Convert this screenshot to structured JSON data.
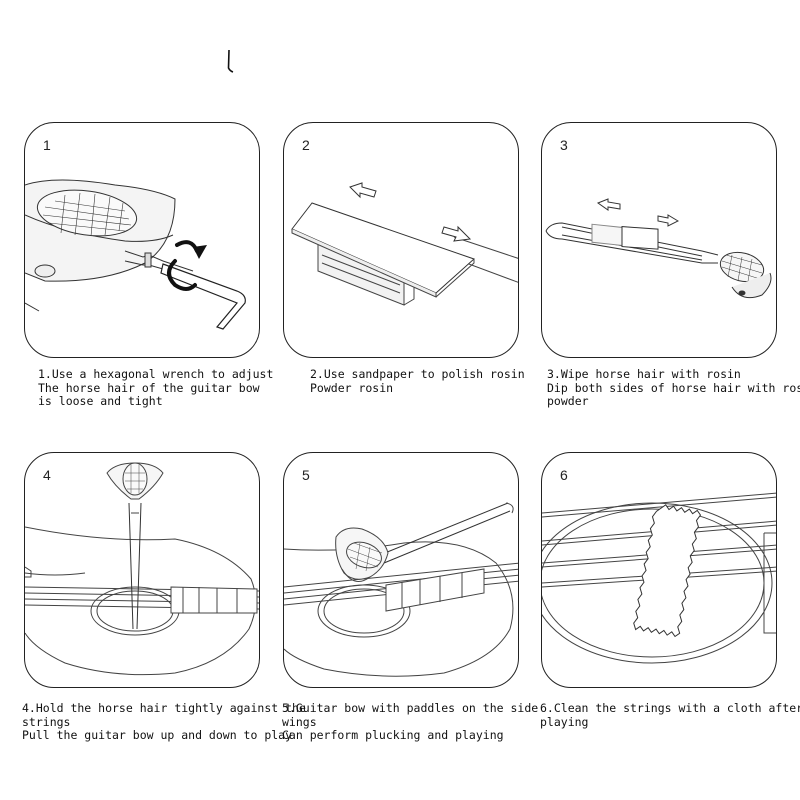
{
  "steps": [
    {
      "number": "1",
      "lines": [
        "1.Use a hexagonal wrench to adjust",
        "The horse hair of the guitar bow",
        "is loose and tight"
      ]
    },
    {
      "number": "2",
      "lines": [
        "2.Use sandpaper to polish rosin",
        "Powder rosin"
      ]
    },
    {
      "number": "3",
      "lines": [
        "3.Wipe horse hair with rosin",
        "Dip both sides of horse hair with rosin",
        "powder"
      ]
    },
    {
      "number": "4",
      "lines": [
        "4.Hold the horse hair tightly against the",
        "strings",
        "Pull the guitar bow up and down to play"
      ]
    },
    {
      "number": "5",
      "lines": [
        "5.Guitar bow with paddles on the side",
        "wings",
        "Can perform plucking and playing"
      ]
    },
    {
      "number": "6",
      "lines": [
        "6.Clean the strings with a cloth after",
        "playing"
      ]
    }
  ]
}
